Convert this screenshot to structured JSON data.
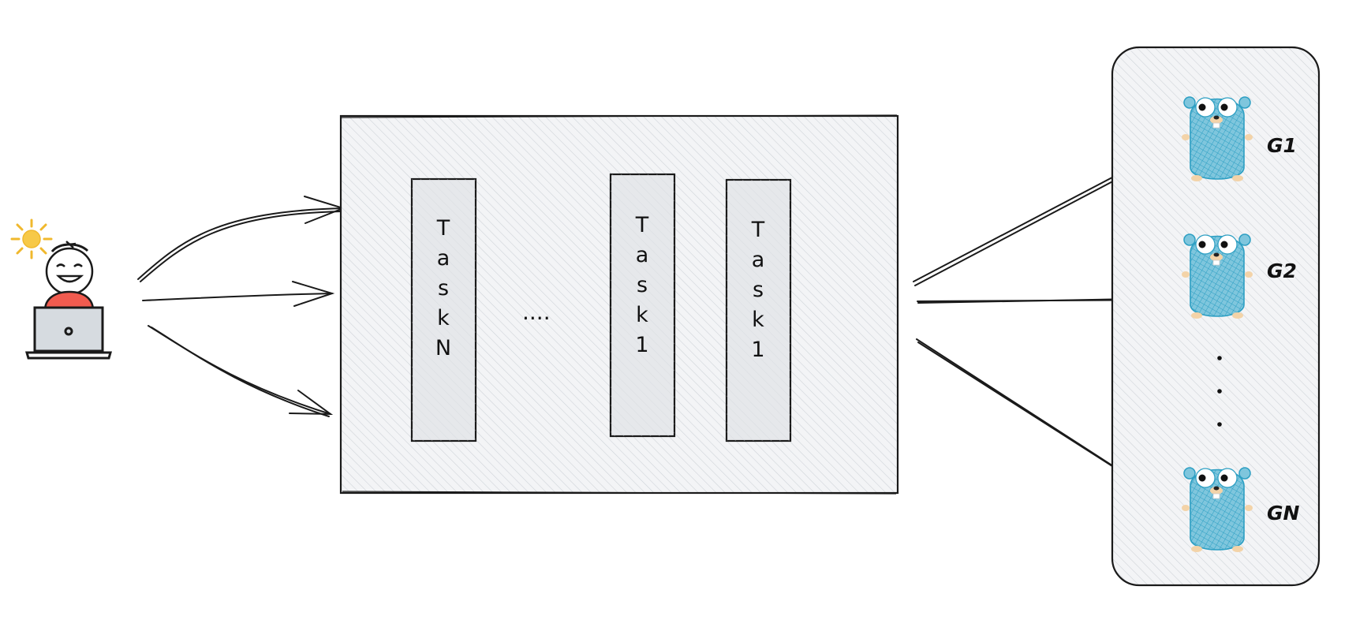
{
  "diagram": {
    "tasks": [
      {
        "letters": [
          "T",
          "a",
          "s",
          "k",
          "N"
        ]
      },
      {
        "letters": [
          "T",
          "a",
          "s",
          "k",
          "1"
        ]
      },
      {
        "letters": [
          "T",
          "a",
          "s",
          "k",
          "1"
        ]
      }
    ],
    "ellipsis": "....",
    "goroutines": [
      {
        "label": "G1"
      },
      {
        "label": "G2"
      },
      {
        "label": "GN"
      }
    ],
    "vertical_dots": ".   .   .",
    "colors": {
      "stroke": "#1a1a1a",
      "panel_fill": "#f3f4f6",
      "hatch": "#cfd3d8",
      "task_fill": "#e6e8eb",
      "gopher_blue": "#7fc6dd",
      "gopher_stroke": "#2d9fc3",
      "gopher_tan": "#f3d3a8",
      "person_red": "#f15b4f",
      "sun_yellow": "#f7c948",
      "laptop_fill": "#d6dbe0"
    },
    "icons": {
      "user": "developer-with-laptop-icon",
      "gopher": "go-gopher-icon"
    }
  }
}
